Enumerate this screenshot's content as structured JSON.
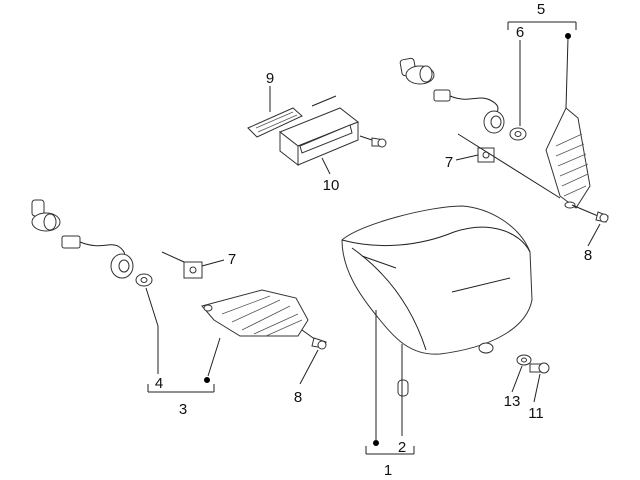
{
  "callouts": {
    "c1": "1",
    "c2": "2",
    "c3": "3",
    "c4": "4",
    "c5": "5",
    "c6": "6",
    "c7a": "7",
    "c7b": "7",
    "c8a": "8",
    "c8b": "8",
    "c9": "9",
    "c10": "10",
    "c11": "11",
    "c13": "13"
  },
  "colors": {
    "line": "#222222",
    "part_stroke": "#333333",
    "background": "#ffffff"
  },
  "icons": [
    "bullet-dot-icon"
  ]
}
